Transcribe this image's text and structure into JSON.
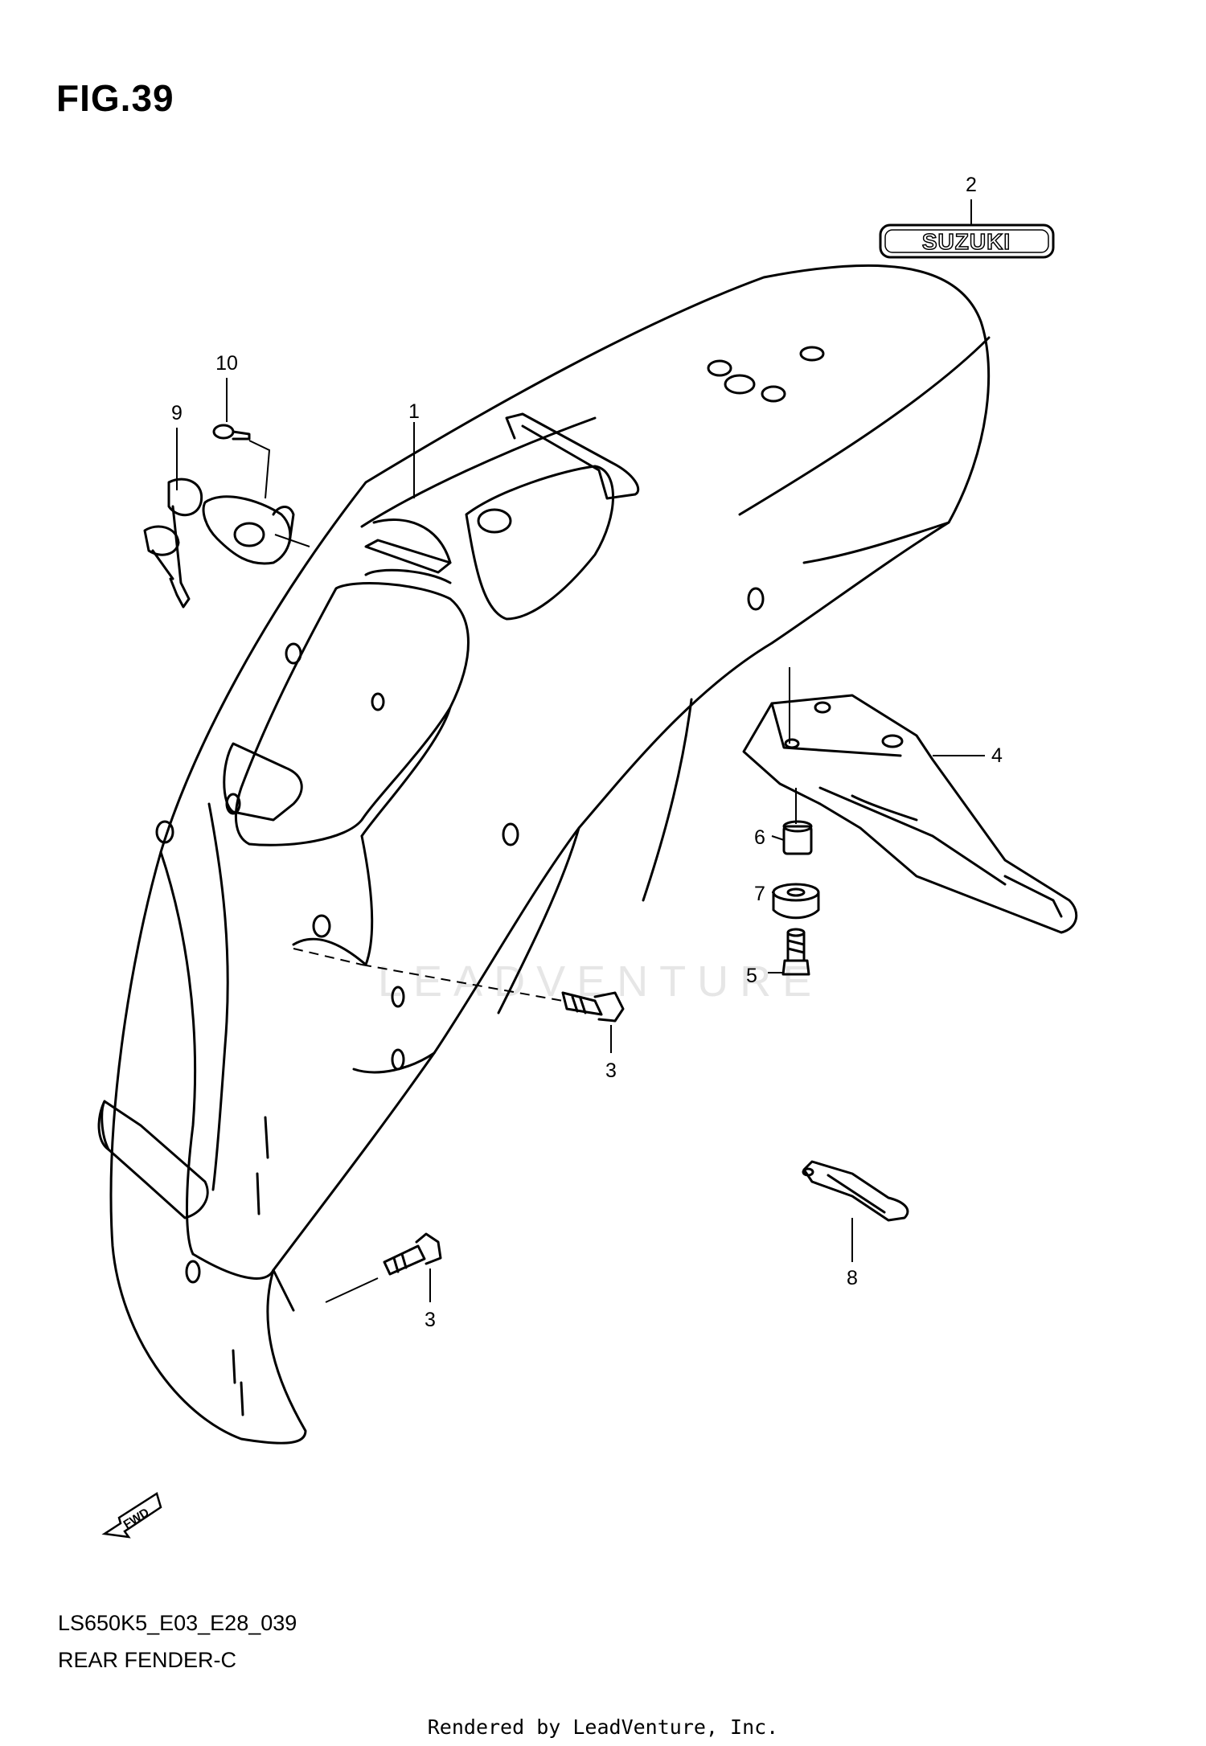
{
  "figure": {
    "title": "FIG.39",
    "model_code": "LS650K5_E03_E28_039",
    "section_name": "REAR FENDER-C",
    "rendered_by": "Rendered by LeadVenture, Inc.",
    "watermark": "LEADVENTURE"
  },
  "emblem": {
    "text": "SUZUKI"
  },
  "fwd_arrow": {
    "text": "FWD"
  },
  "callouts": {
    "c1": "1",
    "c2": "2",
    "c3a": "3",
    "c3b": "3",
    "c4": "4",
    "c5": "5",
    "c6": "6",
    "c7": "7",
    "c8": "8",
    "c9": "9",
    "c10": "10"
  }
}
